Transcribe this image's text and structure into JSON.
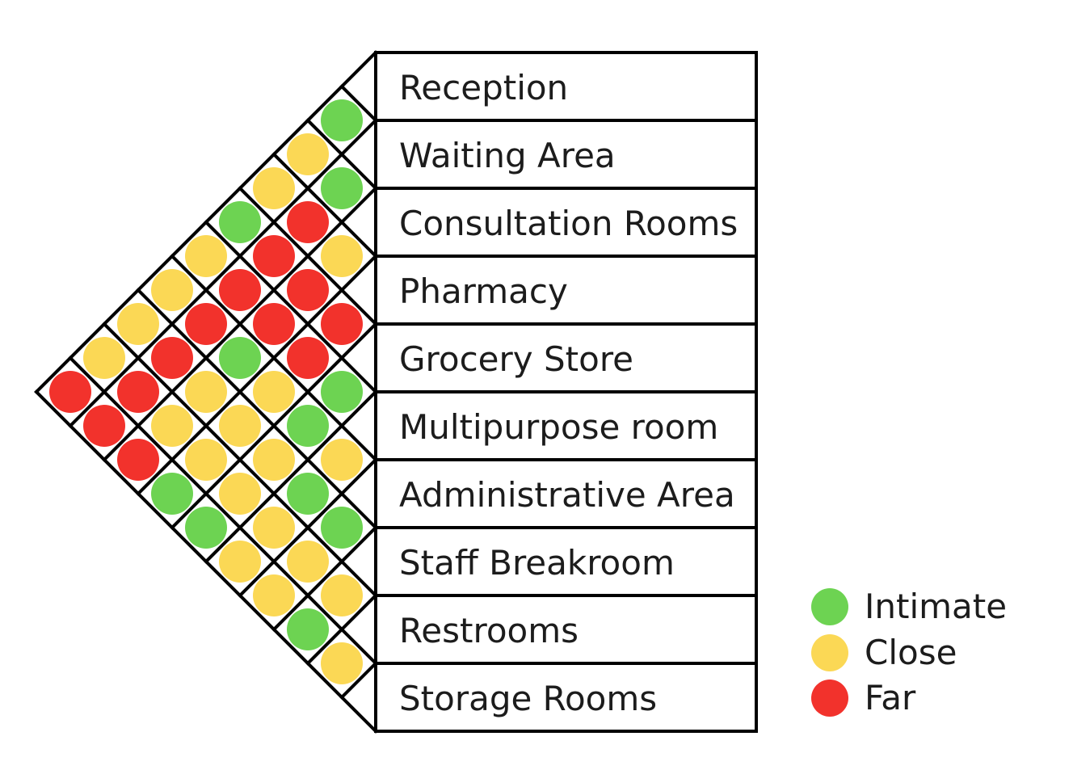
{
  "rooms": [
    "Reception",
    "Waiting Area",
    "Consultation Rooms",
    "Pharmacy",
    "Grocery Store",
    "Multipurpose room",
    "Administrative Area",
    "Staff Breakroom",
    "Restrooms",
    "Storage Rooms"
  ],
  "legend": {
    "intimate": {
      "label": "Intimate",
      "color": "#6dd352"
    },
    "close": {
      "label": "Close",
      "color": "#fbd855"
    },
    "far": {
      "label": "Far",
      "color": "#f2322c"
    }
  },
  "relationships": {
    "levels": [
      "intimate",
      "close",
      "far"
    ],
    "pairs_by_gap": [
      [
        "intimate",
        "intimate",
        "close",
        "far",
        "intimate",
        "close",
        "intimate",
        "close",
        "close"
      ],
      [
        "close",
        "far",
        "far",
        "far",
        "intimate",
        "intimate",
        "close",
        "intimate"
      ],
      [
        "close",
        "far",
        "far",
        "close",
        "close",
        "close",
        "close"
      ],
      [
        "intimate",
        "far",
        "intimate",
        "close",
        "close",
        "close"
      ],
      [
        "close",
        "far",
        "close",
        "close",
        "intimate"
      ],
      [
        "close",
        "far",
        "close",
        "intimate"
      ],
      [
        "close",
        "far",
        "far"
      ],
      [
        "close",
        "far"
      ],
      [
        "far"
      ]
    ]
  }
}
